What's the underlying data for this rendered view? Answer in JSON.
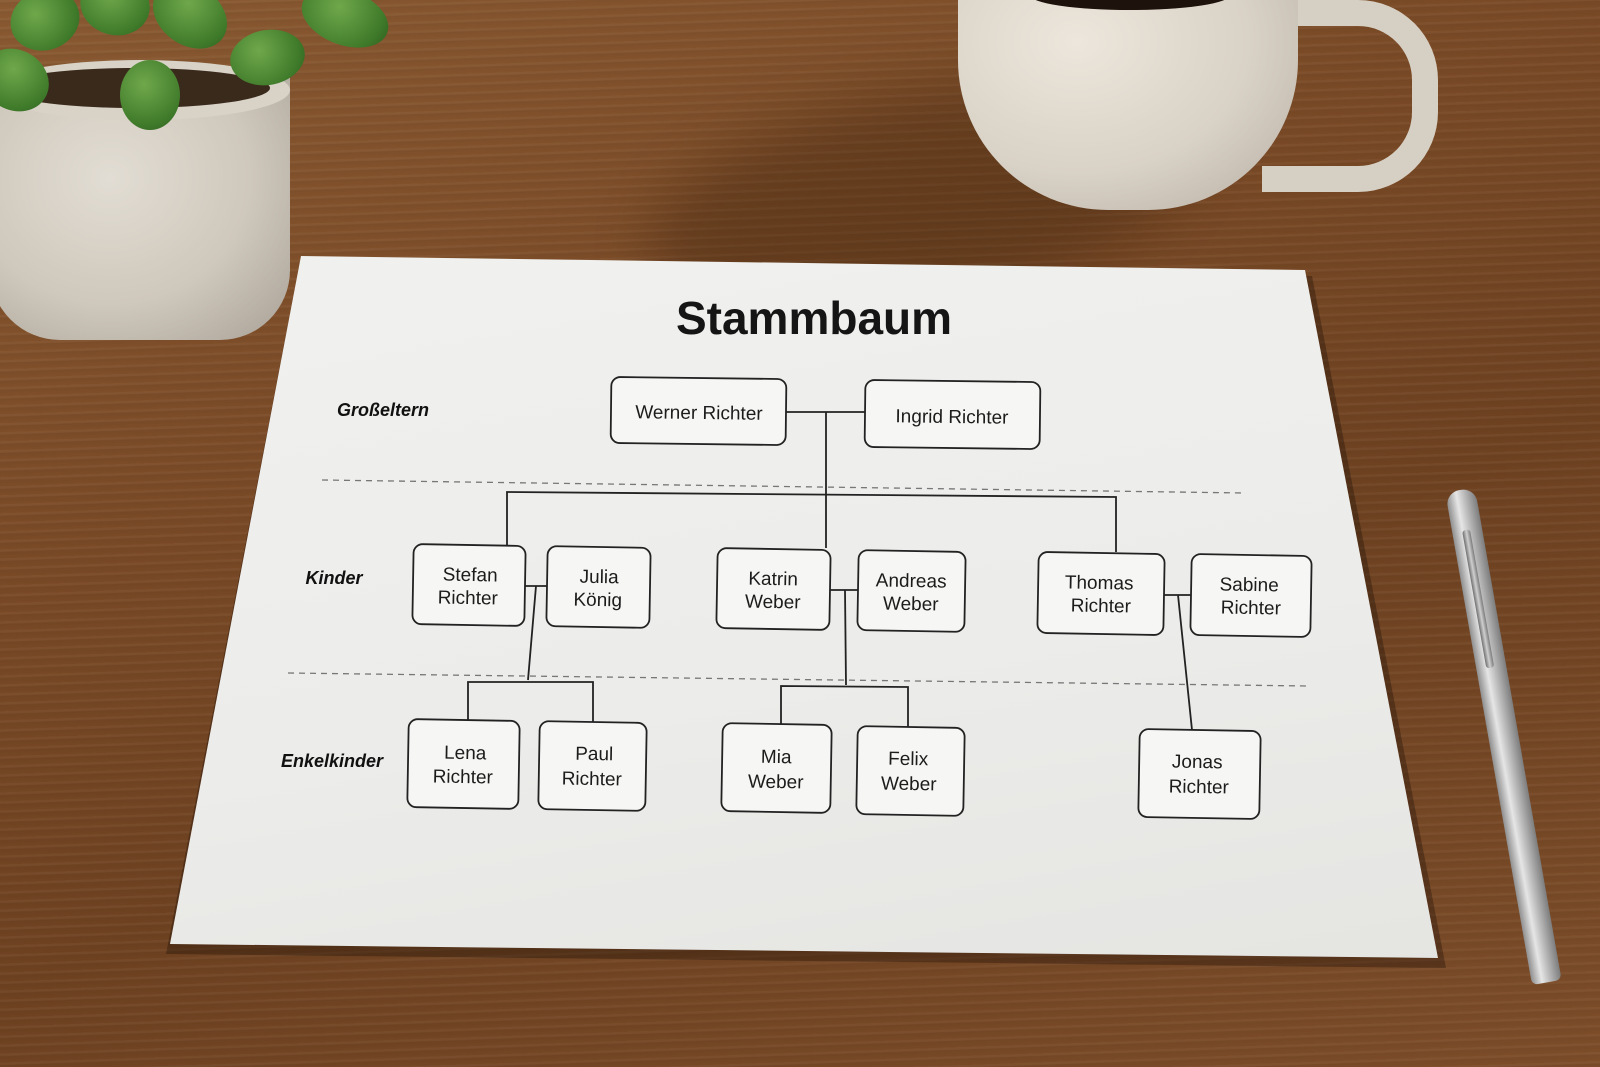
{
  "title": "Stammbaum",
  "rows": {
    "grandparents": "Großeltern",
    "children": "Kinder",
    "grandchildren": "Enkelkinder"
  },
  "people": {
    "werner": [
      "Werner Richter"
    ],
    "ingrid": [
      "Ingrid Richter"
    ],
    "stefan": [
      "Stefan",
      "Richter"
    ],
    "julia": [
      "Julia",
      "König"
    ],
    "katrin": [
      "Katrin",
      "Weber"
    ],
    "andreas": [
      "Andreas",
      "Weber"
    ],
    "thomas": [
      "Thomas",
      "Richter"
    ],
    "sabine": [
      "Sabine",
      "Richter"
    ],
    "lena": [
      "Lena",
      "Richter"
    ],
    "paul": [
      "Paul",
      "Richter"
    ],
    "mia": [
      "Mia",
      "Weber"
    ],
    "felix": [
      "Felix",
      "Weber"
    ],
    "jonas": [
      "Jonas",
      "Richter"
    ]
  }
}
